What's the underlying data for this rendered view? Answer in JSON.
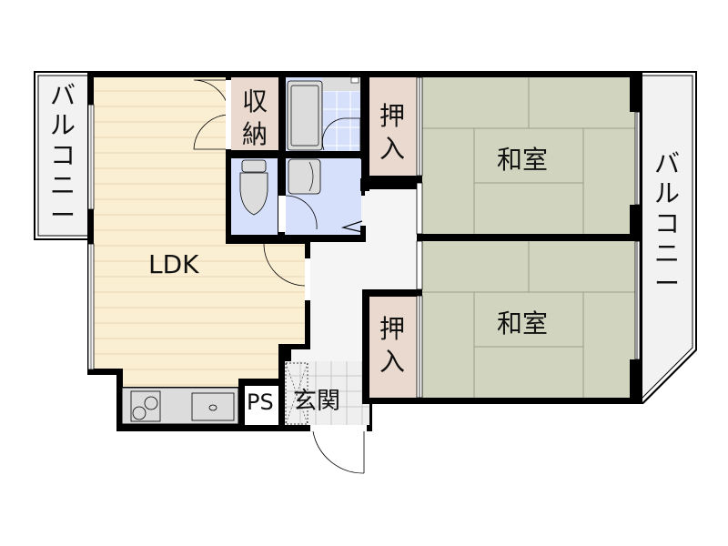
{
  "floor_plan": {
    "rooms": {
      "balcony_left": {
        "label_chars": [
          "バ",
          "ル",
          "コ",
          "ニ",
          "ー"
        ],
        "label": "バルコニー"
      },
      "ldk": {
        "label": "LDK"
      },
      "storage": {
        "label_chars": [
          "収",
          "納"
        ],
        "label": "収納"
      },
      "closet_top": {
        "label_chars": [
          "押",
          "入"
        ],
        "label": "押入"
      },
      "washitsu_top": {
        "label": "和室"
      },
      "washitsu_bottom": {
        "label": "和室"
      },
      "closet_bottom": {
        "label_chars": [
          "押",
          "入"
        ],
        "label": "押入"
      },
      "balcony_right": {
        "label_chars": [
          "バ",
          "ル",
          "コ",
          "ニ",
          "ー"
        ],
        "label": "バルコニー"
      },
      "ps": {
        "label": "PS"
      },
      "entrance": {
        "label": "玄関"
      }
    },
    "colors": {
      "wall": "#000000",
      "ldk_floor": "#fbefd3",
      "ldk_lines": "#e6d6b0",
      "storage": "#ead9ce",
      "wet_area": "#d6e0fb",
      "tatami": "#d1d5bf",
      "tatami_lines": "#9aa08a",
      "balcony": "#f2f2f2",
      "hall": "#f5f5f5",
      "fixture": "#dcdcdc"
    }
  }
}
